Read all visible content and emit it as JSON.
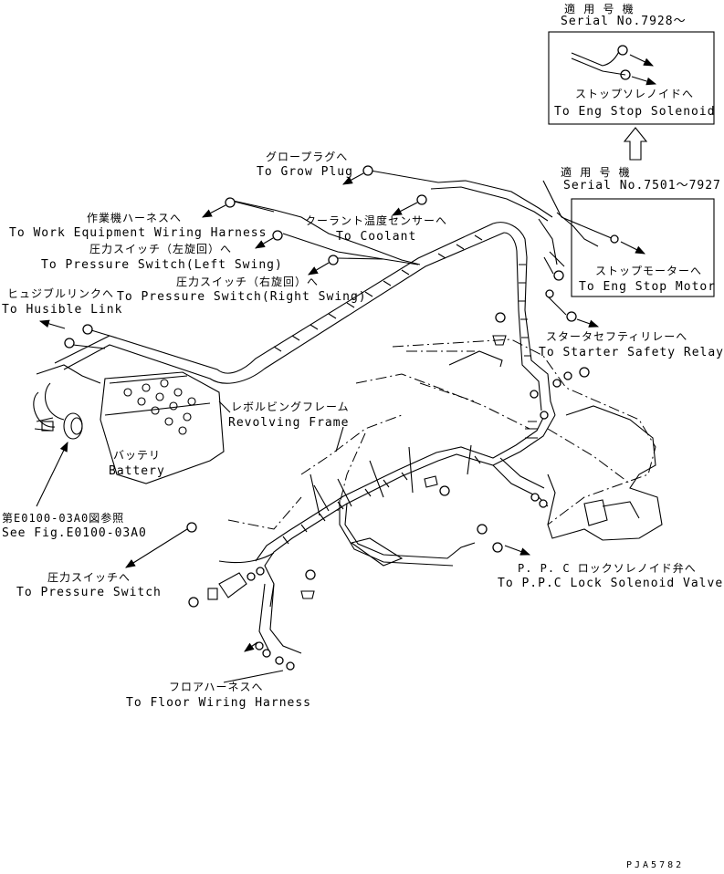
{
  "serial_new": {
    "jp": "適 用 号 機",
    "en": "Serial No.7928～"
  },
  "serial_old": {
    "jp": "適 用 号 機",
    "en": "Serial No.7501～7927"
  },
  "stop_solenoid": {
    "jp": "ストップソレノイドへ",
    "en": "To Eng Stop Solenoid"
  },
  "stop_motor": {
    "jp": "ストップモーターへ",
    "en": "To Eng Stop Motor"
  },
  "grow_plug": {
    "jp": "グロープラグへ",
    "en": "To Grow Plug"
  },
  "work_equipment": {
    "jp": "作業機ハーネスへ",
    "en": "To Work Equipment Wiring Harness"
  },
  "coolant": {
    "jp": "クーラント温度センサーへ",
    "en": "To Coolant"
  },
  "pressure_left": {
    "jp": "圧力スイッチ（左旋回）へ",
    "en": "To Pressure Switch(Left Swing)"
  },
  "pressure_right": {
    "jp": "圧力スイッチ（右旋回）へ",
    "en": "To Pressure Switch(Right Swing)"
  },
  "fusible": {
    "jp": "ヒュジブルリンクへ",
    "en": "To Husible Link"
  },
  "starter_relay": {
    "jp": "スタータセフティリレーへ",
    "en": "To Starter Safety Relay"
  },
  "revolving_frame": {
    "jp": "レボルビングフレーム",
    "en": "Revolving Frame"
  },
  "battery": {
    "jp": "バッテリ",
    "en": "Battery"
  },
  "see_fig": {
    "jp": "第E0100-03A0図参照",
    "en": "See Fig.E0100-03A0"
  },
  "pressure_switch": {
    "jp": "圧力スイッチへ",
    "en": "To Pressure Switch"
  },
  "ppc_lock": {
    "jp": "P. P. C  ロックソレノイド弁へ",
    "en": "To P.P.C Lock Solenoid Valve"
  },
  "floor_harness": {
    "jp": "フロアハーネスへ",
    "en": "To Floor Wiring Harness"
  },
  "drawing_code": "PJA5782"
}
